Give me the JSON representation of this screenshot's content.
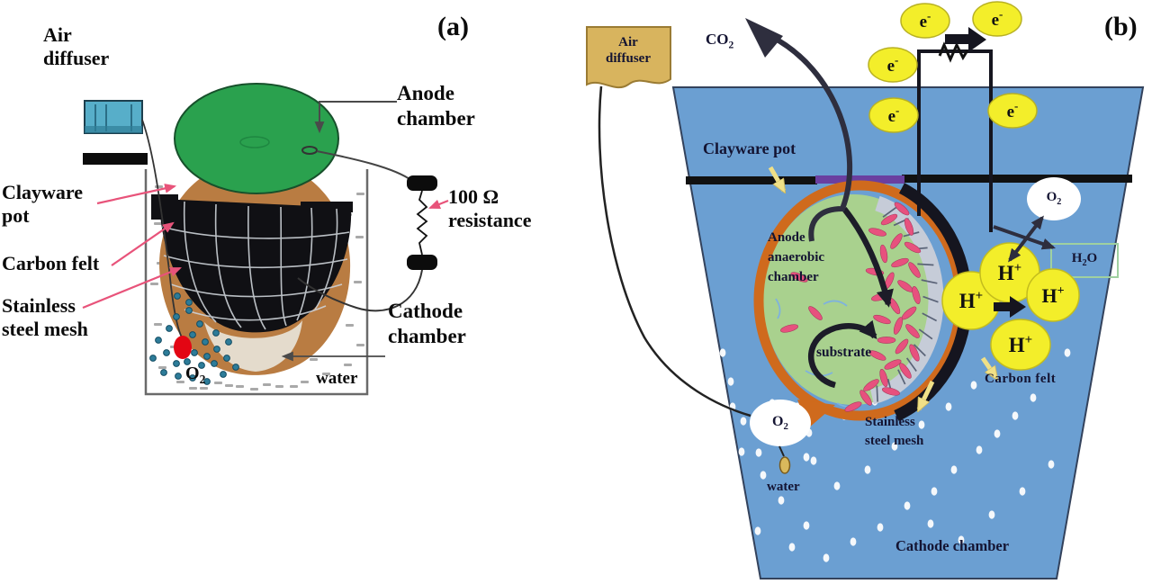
{
  "figure": {
    "panel_a_tag": "(a)",
    "panel_b_tag": "(b)"
  },
  "panel_a": {
    "labels": {
      "air_line1": "Air",
      "air_line2": "diffuser",
      "clayware_line1": "Clayware",
      "clayware_line2": "pot",
      "carbon_felt": "Carbon felt",
      "mesh_line1": "Stainless",
      "mesh_line2": "steel mesh",
      "anode_line1": "Anode",
      "anode_line2": "chamber",
      "resistance_line1": "100 Ω",
      "resistance_line2": "resistance",
      "cathode_line1": "Cathode",
      "cathode_line2": "chamber",
      "oxygen_base": "O",
      "oxygen_sub": "2",
      "water": "water"
    },
    "colors": {
      "lid_green": "#2aa14e",
      "pot_terracotta": "#b97c42",
      "felt_black": "#101014",
      "diffuser_teal": "#57aec9",
      "bubble_teal": "#2d7c99",
      "oxygen_red": "#e30613",
      "pointer_pink": "#e8537a",
      "tank_gray": "#6a6a6a"
    }
  },
  "panel_b": {
    "labels": {
      "air_line1": "Air",
      "air_line2": "diffuser",
      "co2_base": "CO",
      "co2_sub": "2",
      "clayware_pot": "Clayware pot",
      "anode_line1": "Anode",
      "anode_line2": "anaerobic",
      "anode_line3": "chamber",
      "substrate": "substrate",
      "mesh_line1": "Stainless",
      "mesh_line2": "steel mesh",
      "carbon_felt": "Carbon felt",
      "cathode_chamber": "Cathode chamber",
      "oxygen_base": "O",
      "oxygen_sub": "2",
      "h2o_h": "H",
      "h2o_sub": "2",
      "h2o_o": "O",
      "water": "water",
      "electron_base": "e",
      "electron_sup": "-",
      "proton_base": "H",
      "proton_sup": "+"
    },
    "colors": {
      "water_blue": "#6b9fd2",
      "diffuser_tan": "#d8b45e",
      "ion_yellow": "#f3ee2a",
      "pot_orange": "#cf6a1d",
      "chamber_green": "#a9d18e",
      "bacteria_pink": "#e7517e",
      "rim_purple": "#6a3fa0",
      "mesh_gray": "#c6ccd8",
      "felt_black": "#15151f",
      "label_navy": "#141432"
    },
    "electron_count": 5,
    "proton_count": 4
  }
}
